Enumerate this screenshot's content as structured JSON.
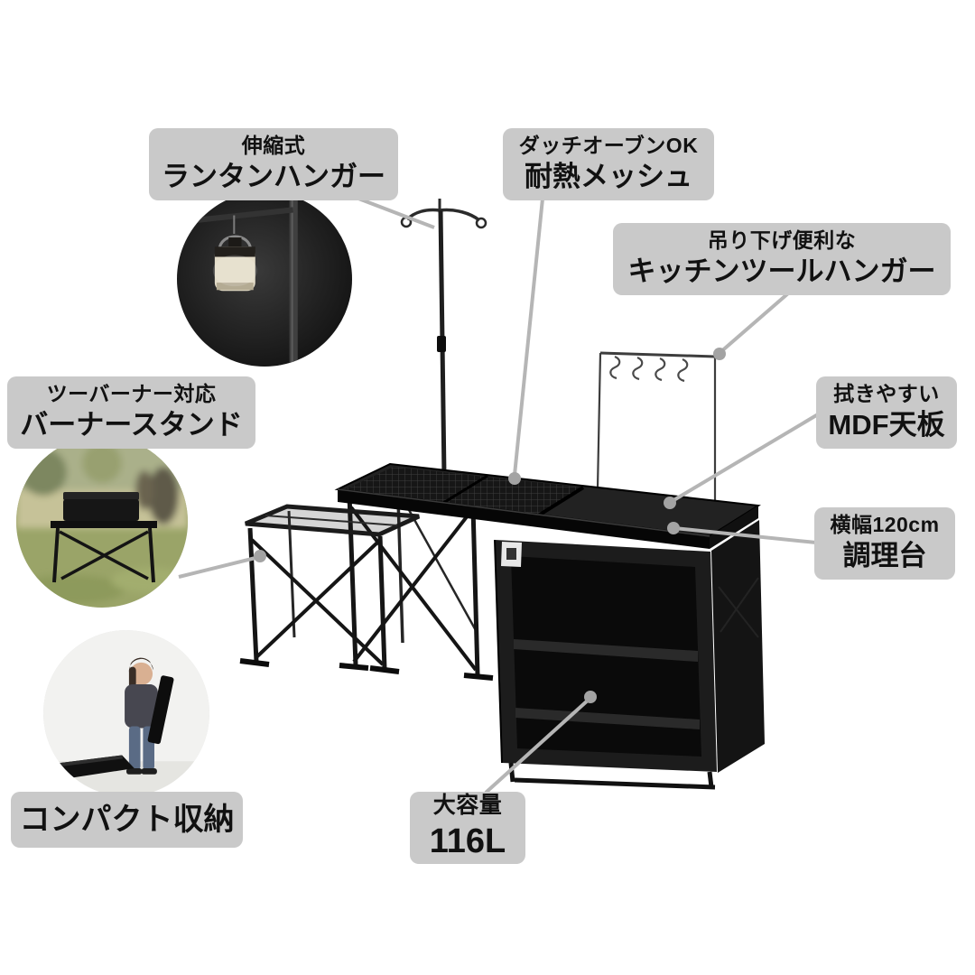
{
  "page": {
    "background": "#ffffff"
  },
  "colors": {
    "page_bg": "#ffffff",
    "label_bg": "#c9c9c9",
    "label_text": "#111111",
    "leader_line": "#b5b5b5",
    "leader_dot": "#a3a3a3",
    "product_black": "#1a1a1a"
  },
  "callouts": {
    "lantern": {
      "line1": "伸縮式",
      "line2": "ランタンハンガー"
    },
    "mesh": {
      "line1": "ダッチオーブンOK",
      "line2": "耐熱メッシュ"
    },
    "tool_hanger": {
      "line1": "吊り下げ便利な",
      "line2": "キッチンツールハンガー"
    },
    "mdf": {
      "line1": "拭きやすい",
      "line2": "MDF天板"
    },
    "counter": {
      "line1": "横幅120cm",
      "line2": "調理台"
    },
    "burner": {
      "line1": "ツーバーナー対応",
      "line2": "バーナースタンド"
    },
    "compact": {
      "line1": "コンパクト収納"
    },
    "capacity": {
      "line1": "大容量",
      "line2": "116L"
    }
  },
  "photos": {
    "lantern": "lantern-hanger-photo",
    "burner": "burner-stand-photo",
    "compact": "compact-storage-photo"
  },
  "product": {
    "name": "camping-kitchen-table-illustration"
  }
}
